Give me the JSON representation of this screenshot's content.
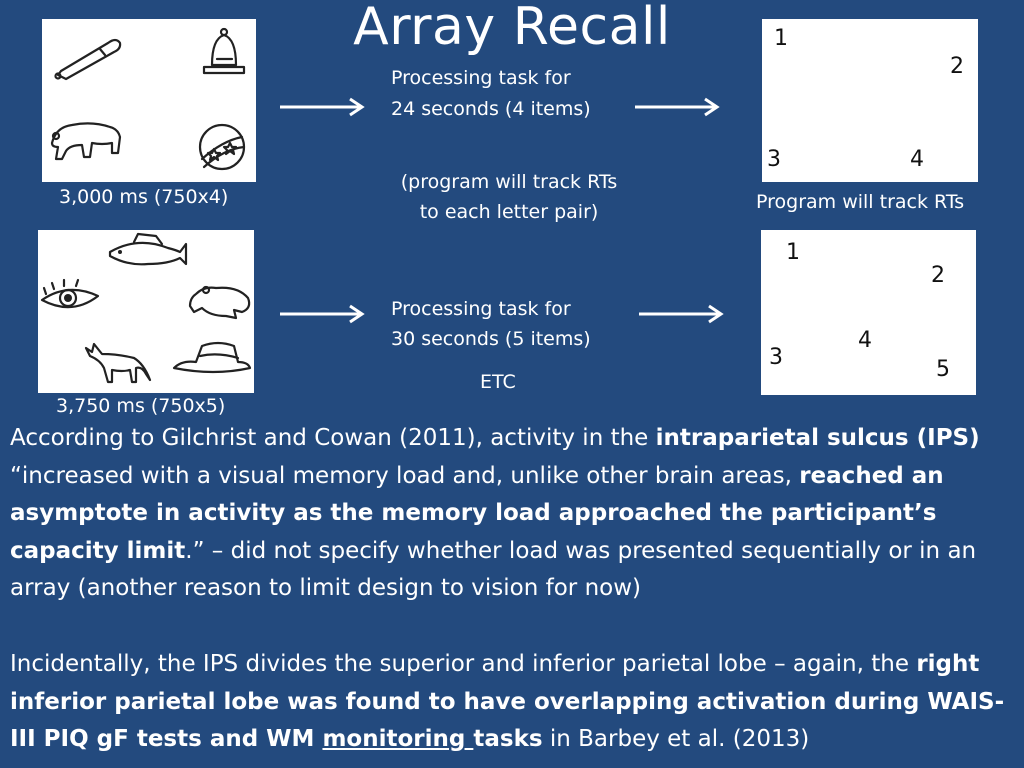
{
  "title": "Array Recall",
  "row1": {
    "left_caption": "3,000 ms (750x4)",
    "middle_line1": "Processing task for",
    "middle_line2": "24 seconds (4 items)",
    "note_line1": "(program will track RTs",
    "note_line2": "to each letter pair)",
    "right_caption": "Program will track RTs",
    "images": [
      "baseball-bat",
      "bell",
      "bear",
      "ball"
    ],
    "numbers": [
      "1",
      "2",
      "3",
      "4"
    ]
  },
  "row2": {
    "left_caption": "3,750 ms (750x5)",
    "middle_line1": "Processing task for",
    "middle_line2": "30 seconds (5 items)",
    "etc": "ETC",
    "images": [
      "fish",
      "eye",
      "frog",
      "fox",
      "hat"
    ],
    "numbers": [
      "1",
      "2",
      "3",
      "4",
      "5"
    ]
  },
  "paragraph1": {
    "p1": "According to Gilchrist and Cowan (2011), activity in the ",
    "b1": "intraparietal sulcus (IPS)",
    "p2": " “increased with a visual memory load and, unlike other brain areas, ",
    "b2": "reached an asymptote in activity as the memory load approached the participant’s capacity limit",
    "p3": ".” – did not specify whether load was presented sequentially or in an array (another reason to limit design to vision for now)"
  },
  "paragraph2": {
    "p1": "Incidentally, the IPS divides the superior and inferior parietal lobe – again, the ",
    "b1": "right inferior parietal lobe was found to have overlapping activation during WAIS-III PIQ gF tests and WM ",
    "b_underline": "monitoring ",
    "b2": "tasks",
    "p2": " in Barbey et al. (2013)"
  },
  "colors": {
    "background": "#234a7e",
    "text": "#ffffff",
    "panel": "#ffffff"
  }
}
